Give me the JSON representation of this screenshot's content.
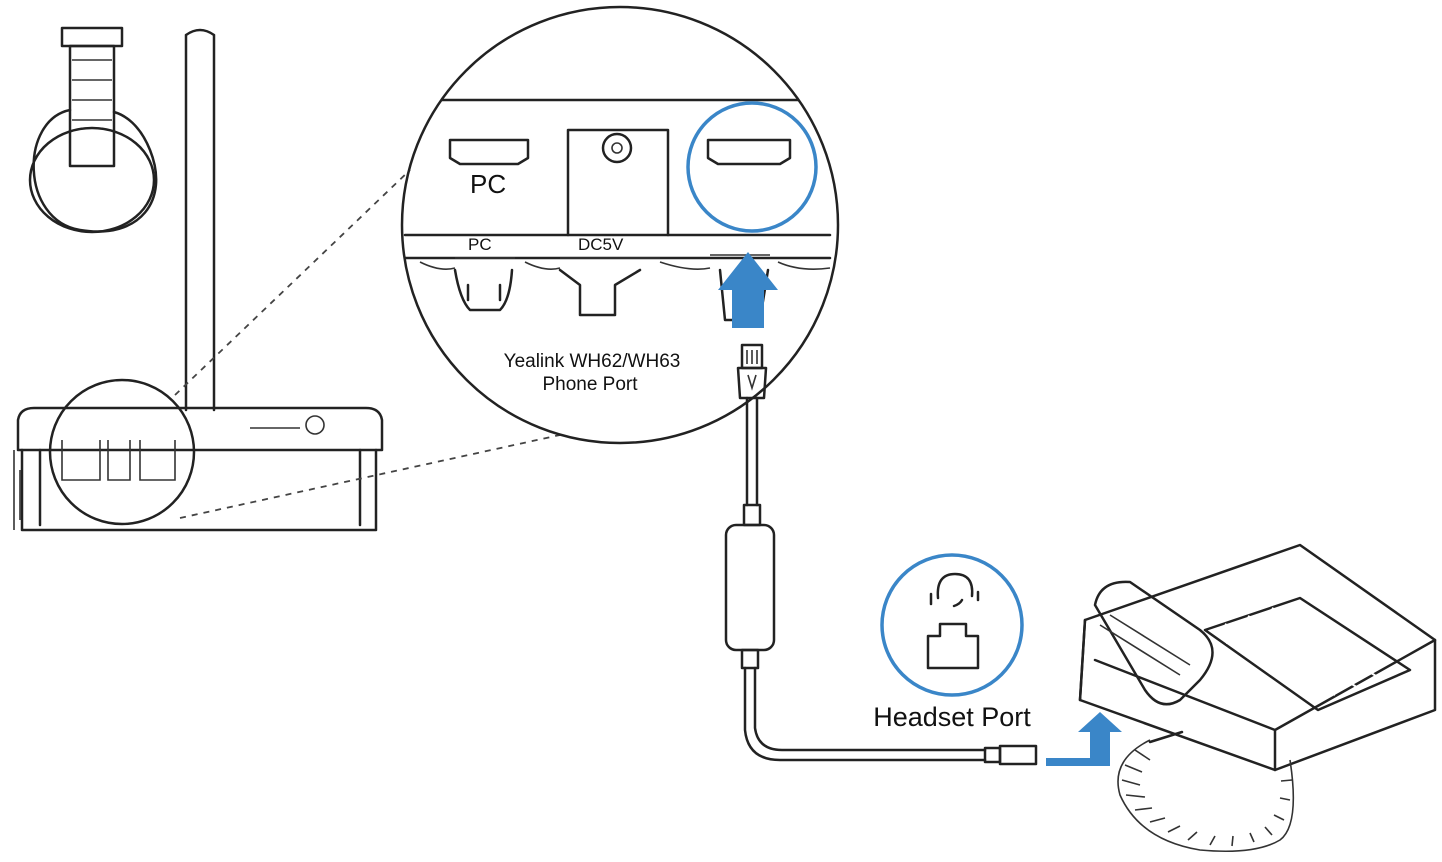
{
  "zoom_labels": {
    "pc_port": "PC",
    "pc_small": "PC",
    "dc5v": "DC5V",
    "phone_port_line1": "Yealink WH62/WH63",
    "phone_port_line2": "Phone Port"
  },
  "headset_port_label": "Headset Port",
  "colors": {
    "accent": "#3a86c8",
    "line": "#222222"
  },
  "icons": [
    "headset-icon",
    "rj-port-icon",
    "arrow-up-icon",
    "arrow-right-up-icon"
  ]
}
